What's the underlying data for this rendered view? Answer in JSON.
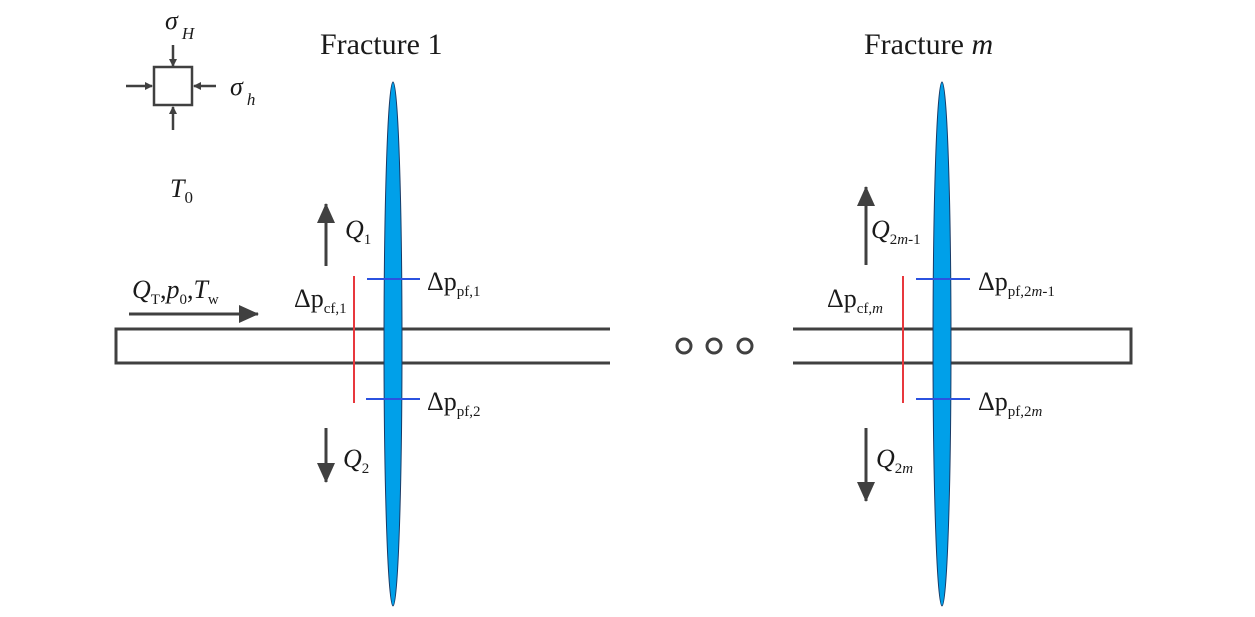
{
  "fracture_1": {
    "title": "Fracture 1",
    "flow_up": {
      "symbol": "Q",
      "sub": "1"
    },
    "flow_down": {
      "symbol": "Q",
      "sub": "2"
    },
    "cluster_drop": {
      "symbol": "Δp",
      "sub": "cf,1"
    },
    "perf_drop_upper": {
      "symbol": "Δp",
      "sub": "pf,1"
    },
    "perf_drop_lower": {
      "symbol": "Δp",
      "sub": "pf,2"
    }
  },
  "fracture_m": {
    "title": "Fracture ",
    "title_var": "m",
    "flow_up": {
      "symbol": "Q",
      "sub_a": "2",
      "sub_var": "m",
      "sub_b": "-1"
    },
    "flow_down": {
      "symbol": "Q",
      "sub_a": "2",
      "sub_var": "m"
    },
    "cluster_drop": {
      "symbol": "Δp",
      "sub": "cf,",
      "sub_var": "m"
    },
    "perf_drop_upper": {
      "symbol": "Δp",
      "sub": "pf,2",
      "sub_var": "m",
      "sub_b": "-1"
    },
    "perf_drop_lower": {
      "symbol": "Δp",
      "sub": "pf,2",
      "sub_var": "m"
    }
  },
  "stress": {
    "sigma": "σ",
    "max_sub": "H",
    "min_sub": "h"
  },
  "initial_temperature": {
    "symbol": "T",
    "sub": "0"
  },
  "inlet": {
    "rate": "Q",
    "rate_sub": "T",
    "sep1": ",",
    "pressure": "p",
    "pressure_sub": "0",
    "sep2": ",",
    "temp": "T",
    "temp_sub": "w"
  },
  "colors": {
    "line": "#404040",
    "fracture": "#00a0e9",
    "cluster_marker": "#e8383d",
    "perforation_marker": "#2b52e0"
  },
  "icons": [
    "stress-square-icon",
    "arrow-icon",
    "ellipsis-icon"
  ]
}
